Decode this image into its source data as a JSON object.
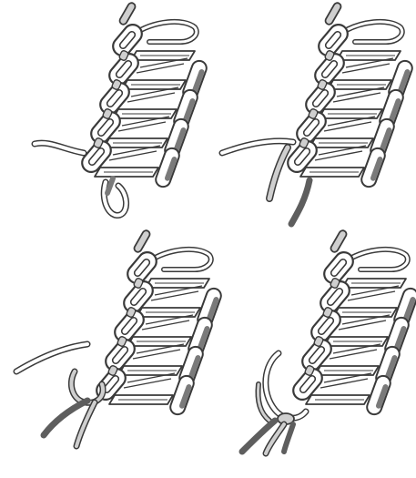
{
  "figure": {
    "panels": [
      {
        "id": "step-1"
      },
      {
        "id": "step-2"
      },
      {
        "id": "step-3"
      },
      {
        "id": "step-4"
      }
    ]
  },
  "colors": {
    "background": "#ffffff",
    "outline": "#3a3a3a",
    "link_fill": "#ffffff",
    "light_cord": "#cfcfcf",
    "dark_cord": "#7a7a7a"
  }
}
